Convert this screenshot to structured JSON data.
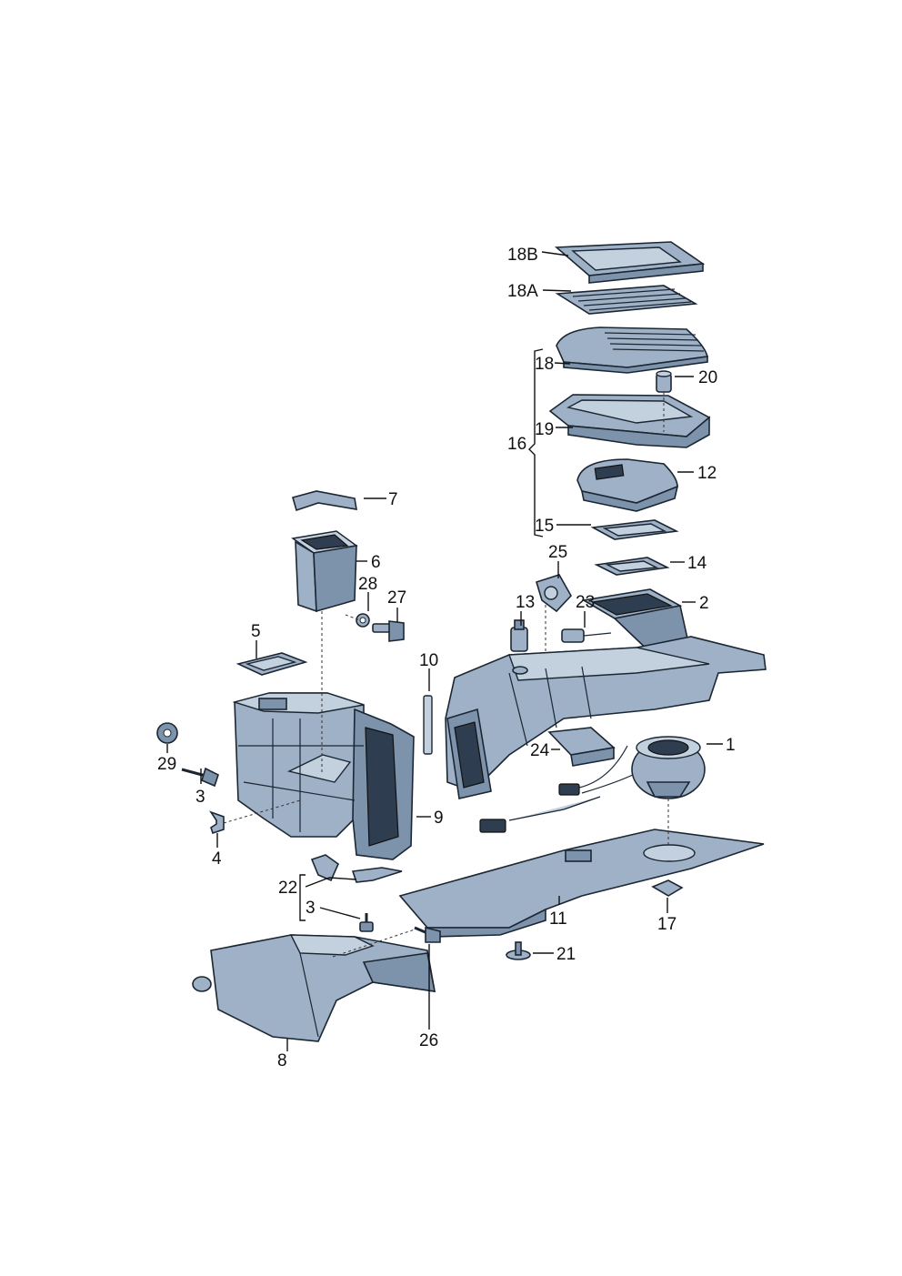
{
  "callouts": [
    {
      "id": "c1",
      "text": "1"
    },
    {
      "id": "c2",
      "text": "2"
    },
    {
      "id": "c3a",
      "text": "3"
    },
    {
      "id": "c3b",
      "text": "3"
    },
    {
      "id": "c4",
      "text": "4"
    },
    {
      "id": "c5",
      "text": "5"
    },
    {
      "id": "c6",
      "text": "6"
    },
    {
      "id": "c7",
      "text": "7"
    },
    {
      "id": "c8",
      "text": "8"
    },
    {
      "id": "c9",
      "text": "9"
    },
    {
      "id": "c10",
      "text": "10"
    },
    {
      "id": "c11",
      "text": "11"
    },
    {
      "id": "c12",
      "text": "12"
    },
    {
      "id": "c13",
      "text": "13"
    },
    {
      "id": "c14",
      "text": "14"
    },
    {
      "id": "c15",
      "text": "15"
    },
    {
      "id": "c16",
      "text": "16"
    },
    {
      "id": "c17",
      "text": "17"
    },
    {
      "id": "c18",
      "text": "18"
    },
    {
      "id": "c18A",
      "text": "18A"
    },
    {
      "id": "c18B",
      "text": "18B"
    },
    {
      "id": "c19",
      "text": "19"
    },
    {
      "id": "c20",
      "text": "20"
    },
    {
      "id": "c21",
      "text": "21"
    },
    {
      "id": "c22",
      "text": "22"
    },
    {
      "id": "c23",
      "text": "23"
    },
    {
      "id": "c24",
      "text": "24"
    },
    {
      "id": "c25",
      "text": "25"
    },
    {
      "id": "c26",
      "text": "26"
    },
    {
      "id": "c27",
      "text": "27"
    },
    {
      "id": "c28",
      "text": "28"
    },
    {
      "id": "c29",
      "text": "29"
    }
  ],
  "colors": {
    "part_fill": "#9fb1c6",
    "part_shadow": "#7d92ab",
    "part_highlight": "#c3d0de",
    "outline": "#1b2633"
  }
}
